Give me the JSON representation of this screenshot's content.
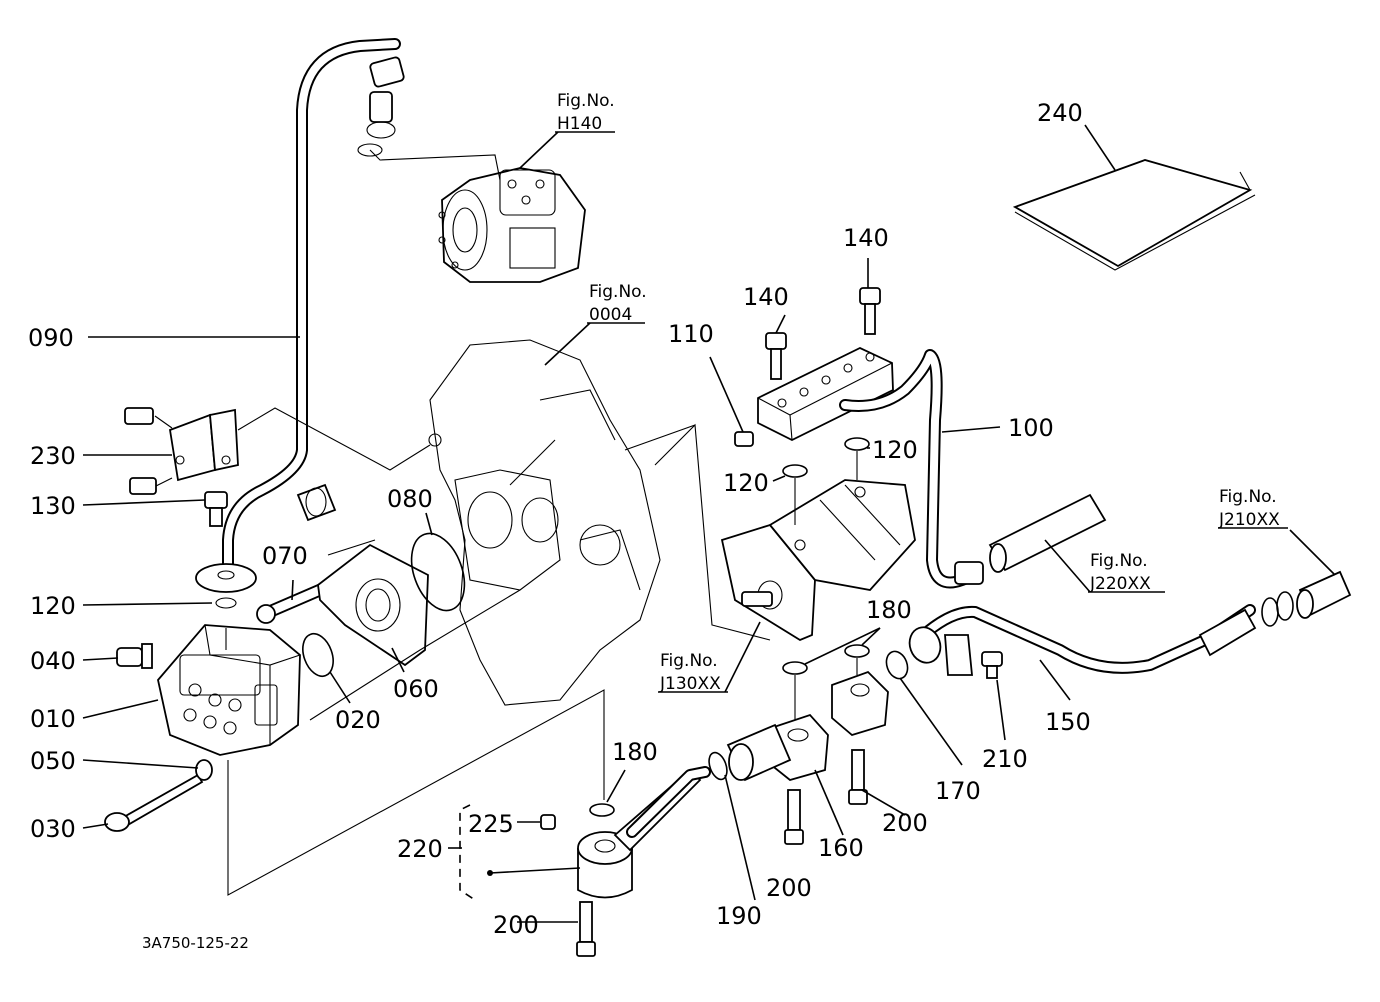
{
  "diagram": {
    "part_labels": {
      "p010": "010",
      "p020": "020",
      "p030": "030",
      "p040": "040",
      "p050": "050",
      "p060": "060",
      "p070": "070",
      "p080": "080",
      "p090": "090",
      "p100": "100",
      "p110": "110",
      "p120a": "120",
      "p120b": "120",
      "p120c": "120",
      "p130": "130",
      "p140a": "140",
      "p140b": "140",
      "p150": "150",
      "p160": "160",
      "p170": "170",
      "p180a": "180",
      "p180b": "180",
      "p190": "190",
      "p200a": "200",
      "p200b": "200",
      "p200c": "200",
      "p210": "210",
      "p220": "220",
      "p225": "225",
      "p230": "230",
      "p240": "240"
    },
    "figure_refs": {
      "h140": {
        "title": "Fig.No.",
        "code": "H140"
      },
      "f0004": {
        "title": "Fig.No.",
        "code": "0004"
      },
      "j130xx": {
        "title": "Fig.No.",
        "code": "J130XX"
      },
      "j220xx": {
        "title": "Fig.No.",
        "code": "J220XX"
      },
      "j210xx": {
        "title": "Fig.No.",
        "code": "J210XX"
      }
    },
    "drawing_code": "3A750-125-22"
  }
}
